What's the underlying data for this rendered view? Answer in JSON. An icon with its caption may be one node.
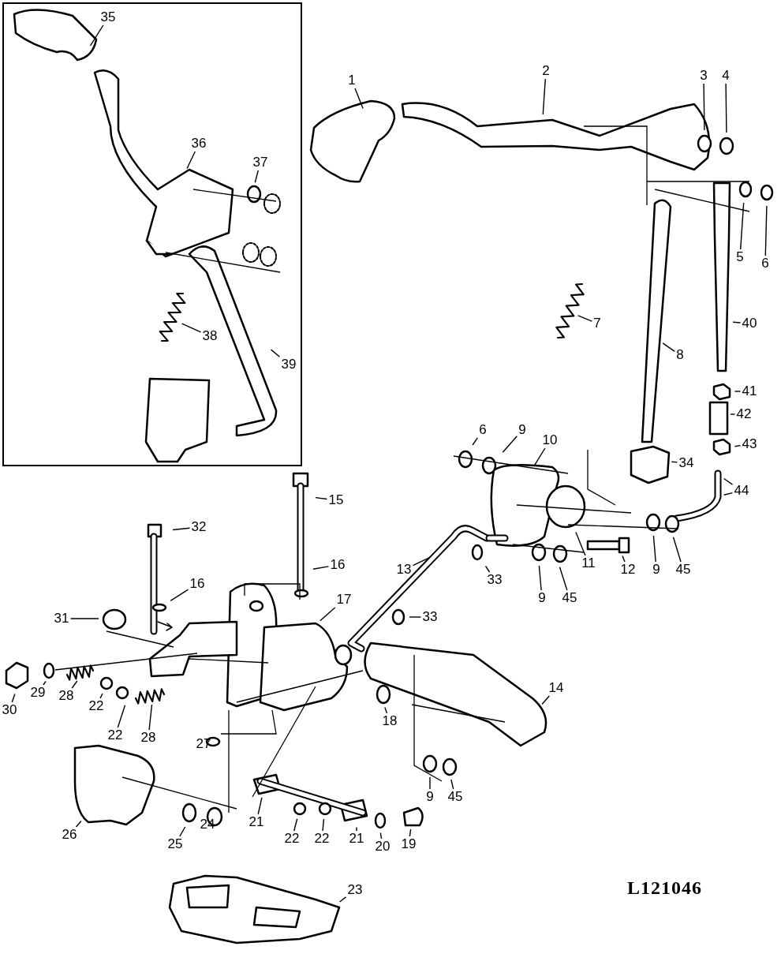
{
  "diagram": {
    "nodes": [
      {
        "text": [],
        "shape": "box"
      },
      {
        "text": [
          "35"
        ],
        "in": 0
      },
      {
        "text": [
          "36"
        ],
        "in": 0
      },
      {
        "text": [
          "37"
        ],
        "in": 0
      },
      {
        "text": [
          "38"
        ],
        "in": 0
      },
      {
        "text": [
          "39"
        ],
        "in": 0
      },
      {
        "text": [
          "1"
        ]
      },
      {
        "text": [
          "2"
        ]
      },
      {
        "text": [
          "3"
        ]
      },
      {
        "text": [
          "4"
        ]
      },
      {
        "text": [
          "5"
        ]
      },
      {
        "text": [
          "6"
        ]
      },
      {
        "text": [
          "7"
        ]
      },
      {
        "text": [
          "8"
        ]
      },
      {
        "text": [
          "40"
        ]
      },
      {
        "text": [
          "41"
        ]
      },
      {
        "text": [
          "42"
        ]
      },
      {
        "text": [
          "43"
        ]
      },
      {
        "text": [
          "44"
        ]
      },
      {
        "text": [
          "34"
        ]
      },
      {
        "text": [
          "6"
        ]
      },
      {
        "text": [
          "9"
        ]
      },
      {
        "text": [
          "10"
        ]
      },
      {
        "text": [
          "15"
        ]
      },
      {
        "text": [
          "32"
        ]
      },
      {
        "text": [
          "11"
        ]
      },
      {
        "text": [
          "12"
        ]
      },
      {
        "text": [
          "9"
        ]
      },
      {
        "text": [
          "45"
        ]
      },
      {
        "text": [
          "13"
        ]
      },
      {
        "text": [
          "33"
        ]
      },
      {
        "text": [
          "16"
        ]
      },
      {
        "text": [
          "9"
        ]
      },
      {
        "text": [
          "45"
        ]
      },
      {
        "text": [
          "16"
        ]
      },
      {
        "text": [
          "17"
        ]
      },
      {
        "text": [
          "31"
        ]
      },
      {
        "text": [
          "33"
        ]
      },
      {
        "text": [
          "29"
        ]
      },
      {
        "text": [
          "30"
        ]
      },
      {
        "text": [
          "28"
        ]
      },
      {
        "text": [
          "22"
        ]
      },
      {
        "text": [
          "14"
        ]
      },
      {
        "text": [
          "18"
        ]
      },
      {
        "text": [
          "22"
        ]
      },
      {
        "text": [
          "28"
        ]
      },
      {
        "text": [
          "27"
        ]
      },
      {
        "text": [
          "9"
        ]
      },
      {
        "text": [
          "45"
        ]
      },
      {
        "text": [
          "25"
        ]
      },
      {
        "text": [
          "24"
        ]
      },
      {
        "text": [
          "21"
        ]
      },
      {
        "text": [
          "26"
        ]
      },
      {
        "text": [
          "22"
        ]
      },
      {
        "text": [
          "22"
        ]
      },
      {
        "text": [
          "21"
        ]
      },
      {
        "text": [
          "20"
        ]
      },
      {
        "text": [
          "19"
        ]
      },
      {
        "text": [
          "23"
        ]
      }
    ],
    "edges": [
      {
        "from": 1,
        "to": null,
        "arrow": "none"
      },
      {
        "from": 2,
        "to": null,
        "arrow": "none"
      },
      {
        "from": 3,
        "to": null,
        "arrow": "none"
      },
      {
        "from": 4,
        "to": null,
        "arrow": "none"
      },
      {
        "from": 5,
        "to": null,
        "arrow": "none"
      },
      {
        "from": 6,
        "to": null,
        "arrow": "none"
      },
      {
        "from": 7,
        "to": null,
        "arrow": "none"
      },
      {
        "from": 8,
        "to": null,
        "arrow": "none"
      },
      {
        "from": 9,
        "to": null,
        "arrow": "none"
      },
      {
        "from": 10,
        "to": null,
        "arrow": "none"
      },
      {
        "from": 11,
        "to": null,
        "arrow": "none"
      },
      {
        "from": 12,
        "to": null,
        "arrow": "none"
      },
      {
        "from": 13,
        "to": null,
        "arrow": "none"
      },
      {
        "from": 14,
        "to": null,
        "arrow": "none"
      },
      {
        "from": 15,
        "to": null,
        "arrow": "none"
      },
      {
        "from": 16,
        "to": null,
        "arrow": "none"
      },
      {
        "from": 17,
        "to": null,
        "arrow": "none"
      },
      {
        "from": 18,
        "to": null,
        "arrow": "none"
      },
      {
        "from": 18,
        "to": null,
        "arrow": "none"
      },
      {
        "from": 19,
        "to": null,
        "arrow": "none"
      },
      {
        "from": 20,
        "to": null,
        "arrow": "none"
      },
      {
        "from": 21,
        "to": null,
        "arrow": "none"
      },
      {
        "from": 22,
        "to": null,
        "arrow": "none"
      },
      {
        "from": 23,
        "to": null,
        "arrow": "none"
      },
      {
        "from": 24,
        "to": null,
        "arrow": "none"
      },
      {
        "from": 25,
        "to": null,
        "arrow": "none"
      },
      {
        "from": 26,
        "to": null,
        "arrow": "none"
      },
      {
        "from": 27,
        "to": null,
        "arrow": "none"
      },
      {
        "from": 28,
        "to": null,
        "arrow": "none"
      },
      {
        "from": 29,
        "to": null,
        "arrow": "none"
      },
      {
        "from": 30,
        "to": null,
        "arrow": "none"
      },
      {
        "from": 31,
        "to": null,
        "arrow": "none"
      },
      {
        "from": 32,
        "to": null,
        "arrow": "none"
      },
      {
        "from": 33,
        "to": null,
        "arrow": "none"
      },
      {
        "from": 34,
        "to": null,
        "arrow": "none"
      },
      {
        "from": 35,
        "to": null,
        "arrow": "none"
      },
      {
        "from": 36,
        "to": null,
        "arrow": "none"
      },
      {
        "from": 37,
        "to": null,
        "arrow": "none"
      },
      {
        "from": 38,
        "to": null,
        "arrow": "none"
      },
      {
        "from": 39,
        "to": null,
        "arrow": "none"
      },
      {
        "from": 40,
        "to": null,
        "arrow": "none"
      },
      {
        "from": 41,
        "to": null,
        "arrow": "none"
      },
      {
        "from": 42,
        "to": null,
        "arrow": "none"
      },
      {
        "from": 43,
        "to": null,
        "arrow": "none"
      },
      {
        "from": 44,
        "to": null,
        "arrow": "none"
      },
      {
        "from": 45,
        "to": null,
        "arrow": "none"
      },
      {
        "from": 46,
        "to": null,
        "arrow": "none"
      },
      {
        "from": 47,
        "to": null,
        "arrow": "none"
      },
      {
        "from": 48,
        "to": null,
        "arrow": "none"
      },
      {
        "from": 49,
        "to": null,
        "arrow": "none"
      },
      {
        "from": 50,
        "to": null,
        "arrow": "none"
      },
      {
        "from": 51,
        "to": null,
        "arrow": "none"
      },
      {
        "from": 52,
        "to": null,
        "arrow": "none"
      },
      {
        "from": 53,
        "to": null,
        "arrow": "none"
      },
      {
        "from": 54,
        "to": null,
        "arrow": "none"
      },
      {
        "from": 55,
        "to": null,
        "arrow": "none"
      },
      {
        "from": 56,
        "to": null,
        "arrow": "none"
      },
      {
        "from": 57,
        "to": null,
        "arrow": "none"
      },
      {
        "from": 58,
        "to": null,
        "arrow": "none"
      }
    ],
    "labels": [
      "L121046"
    ]
  }
}
